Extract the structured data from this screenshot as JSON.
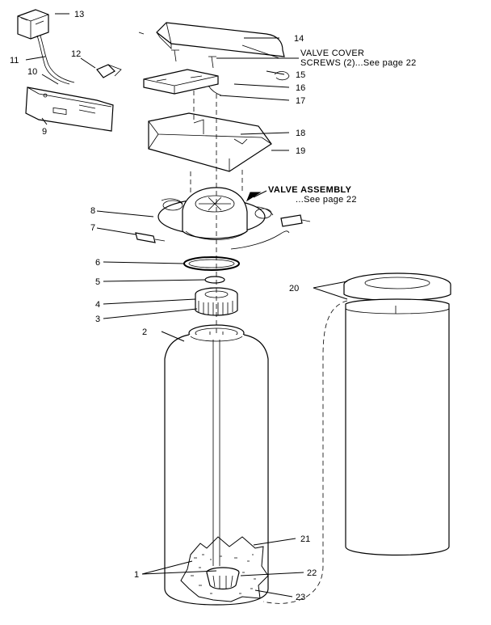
{
  "diagram": {
    "callouts": [
      {
        "id": "c1",
        "label": "1"
      },
      {
        "id": "c2",
        "label": "2"
      },
      {
        "id": "c3",
        "label": "3"
      },
      {
        "id": "c4",
        "label": "4"
      },
      {
        "id": "c5",
        "label": "5"
      },
      {
        "id": "c6",
        "label": "6"
      },
      {
        "id": "c7",
        "label": "7"
      },
      {
        "id": "c8",
        "label": "8"
      },
      {
        "id": "c9",
        "label": "9"
      },
      {
        "id": "c10",
        "label": "10"
      },
      {
        "id": "c11",
        "label": "11"
      },
      {
        "id": "c12",
        "label": "12"
      },
      {
        "id": "c13",
        "label": "13"
      },
      {
        "id": "c14",
        "label": "14"
      },
      {
        "id": "c15",
        "label": "15"
      },
      {
        "id": "c16",
        "label": "16"
      },
      {
        "id": "c17",
        "label": "17"
      },
      {
        "id": "c18",
        "label": "18"
      },
      {
        "id": "c19",
        "label": "19"
      },
      {
        "id": "c20",
        "label": "20"
      },
      {
        "id": "c21",
        "label": "21"
      },
      {
        "id": "c22",
        "label": "22"
      },
      {
        "id": "c23",
        "label": "23"
      }
    ],
    "notes": {
      "valve_cover_line1": "VALVE COVER",
      "valve_cover_line2": "SCREWS (2)...See page 22",
      "valve_assembly_line1": "VALVE ASSEMBLY",
      "valve_assembly_line2": "...See page 22"
    }
  }
}
